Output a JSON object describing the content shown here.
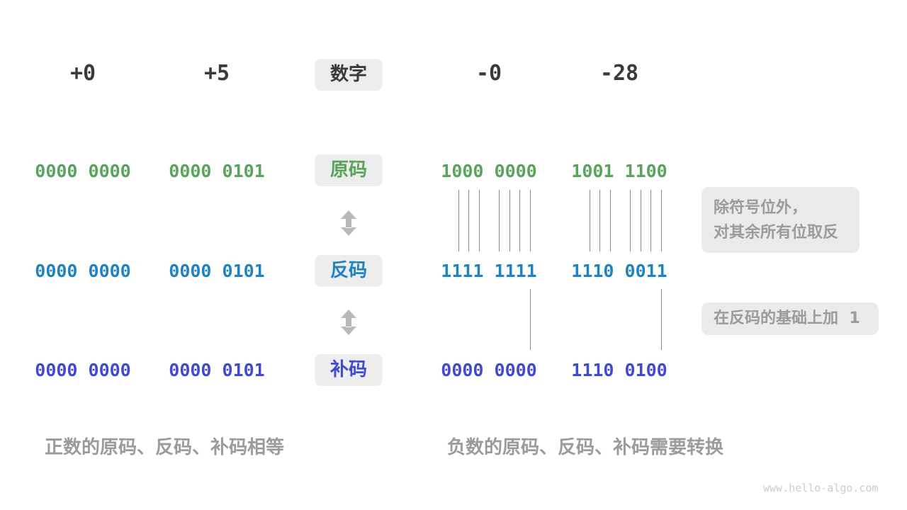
{
  "colors": {
    "sign_magnitude": "#5aa35a",
    "ones_complement": "#1f82c4",
    "twos_complement": "#3f4ad0",
    "header_text": "#3a3a3a",
    "badge_bg": "#ededed",
    "anno_bg": "#ebebeb",
    "muted": "#9b9b9b",
    "tick_line": "#8a8a8a",
    "arrow": "#b9b9b9",
    "watermark": "#cccccc"
  },
  "header": {
    "badge": "数字",
    "columns": [
      "+0",
      "+5",
      "-0",
      "-28"
    ]
  },
  "rows": [
    {
      "badge": "原码",
      "values": [
        "0000 0000",
        "0000 0101",
        "1000 0000",
        "1001 1100"
      ]
    },
    {
      "badge": "反码",
      "values": [
        "0000 0000",
        "0000 0101",
        "1111 1111",
        "1110 0011"
      ]
    },
    {
      "badge": "补码",
      "values": [
        "0000 0000",
        "0000 0101",
        "0000 0000",
        "1110 0100"
      ]
    }
  ],
  "annotations": {
    "invert_line1": "除符号位外，",
    "invert_line2": "对其余所有位取反",
    "add_one": "在反码的基础上加  1"
  },
  "captions": {
    "positive": "正数的原码、反码、补码相等",
    "negative": "负数的原码、反码、补码需要转换"
  },
  "watermark": "www.hello-algo.com"
}
